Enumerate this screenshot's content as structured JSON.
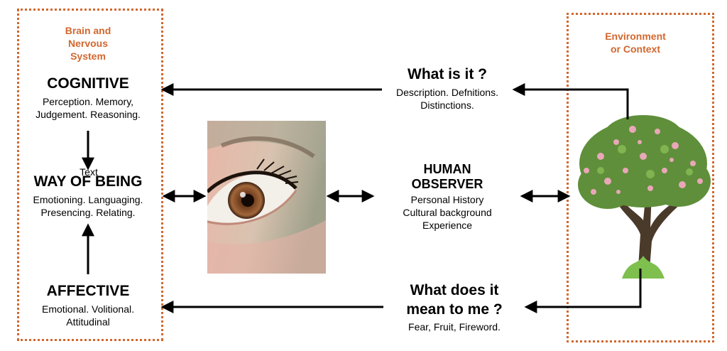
{
  "left_panel": {
    "title_lines": [
      "Brain and",
      "Nervous",
      "System"
    ],
    "cognitive": {
      "heading": "COGNITIVE",
      "lines": [
        "Perception. Memory,",
        "Judgement. Reasoning."
      ]
    },
    "way_of_being": {
      "overlay_text": "Text",
      "heading": "WAY OF BEING",
      "lines": [
        "Emotioning. Languaging.",
        "Presencing. Relating."
      ]
    },
    "affective": {
      "heading": "AFFECTIVE",
      "lines": [
        "Emotional. Volitional.",
        "Attitudinal"
      ]
    }
  },
  "right_panel": {
    "title_lines": [
      "Environment",
      "or Context"
    ]
  },
  "center": {
    "what_is_it": {
      "heading": "What is it ?",
      "lines": [
        "Description. Defnitions.",
        "Distinctions."
      ]
    },
    "human_observer": {
      "heading_lines": [
        "HUMAN",
        "OBSERVER"
      ],
      "lines": [
        "Personal History",
        "Cultural background",
        "Experience"
      ]
    },
    "what_does_it_mean": {
      "heading_lines": [
        "What does it",
        "mean to me ?"
      ],
      "lines": [
        "Fear, Fruit, Fireword."
      ]
    }
  },
  "colors": {
    "panel_border": "#d2672e",
    "panel_title": "#d2672e",
    "arrows": "#000000"
  },
  "images": {
    "eye": "eye-photo",
    "tree": "blossoming-tree"
  }
}
